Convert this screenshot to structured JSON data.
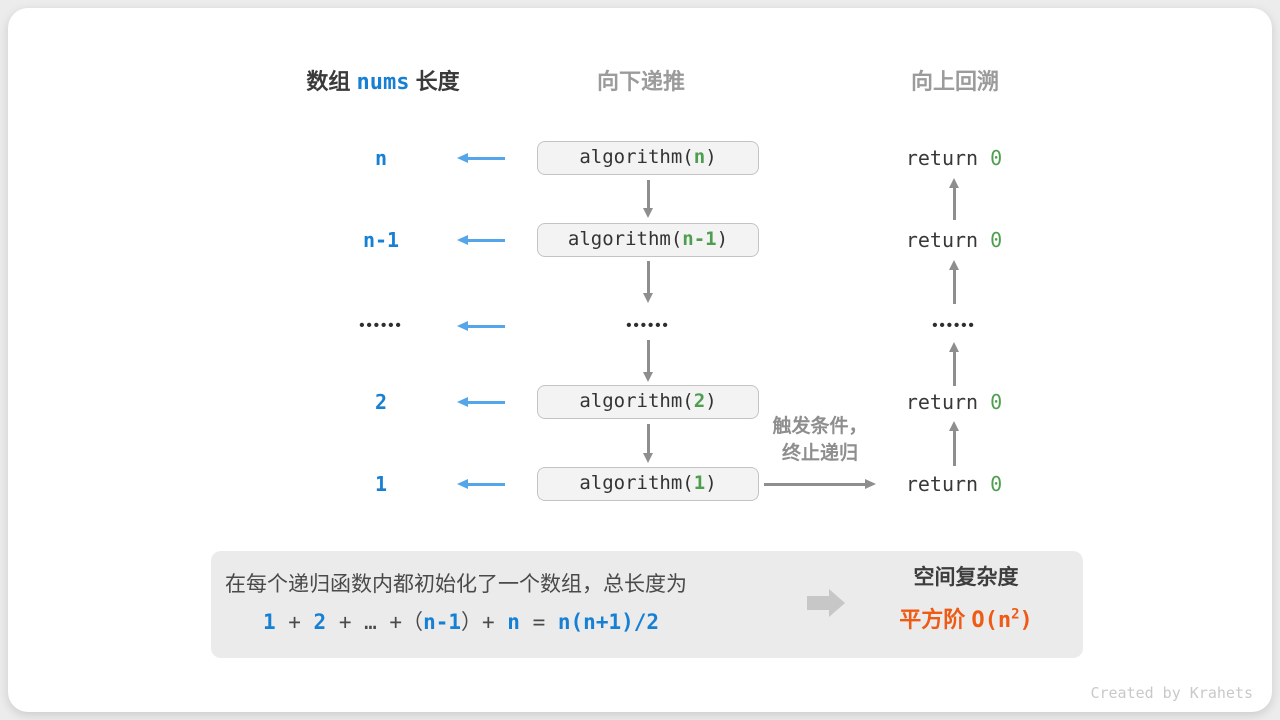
{
  "header": {
    "left_prefix": "数组 ",
    "left_code": "nums",
    "left_suffix": " 长度",
    "middle": "向下递推",
    "right": "向上回溯"
  },
  "rows": [
    {
      "label": "n",
      "code_pre": "algorithm(",
      "arg": "n",
      "code_post": ")",
      "ret_kw": "return ",
      "ret_val": "0"
    },
    {
      "label": "n-1",
      "code_pre": "algorithm(",
      "arg": "n-1",
      "code_post": ")",
      "ret_kw": "return ",
      "ret_val": "0"
    },
    {
      "dots": "••••••"
    },
    {
      "label": "2",
      "code_pre": "algorithm(",
      "arg": "2",
      "code_post": ")",
      "ret_kw": "return ",
      "ret_val": "0"
    },
    {
      "label": "1",
      "code_pre": "algorithm(",
      "arg": "1",
      "code_post": ")",
      "ret_kw": "return ",
      "ret_val": "0"
    }
  ],
  "trigger": {
    "line1": "触发条件，",
    "line2": "终止递归"
  },
  "summary": {
    "line1": "在每个递归函数内都初始化了一个数组，总长度为",
    "formula": {
      "t1": "1",
      "t2": " + ",
      "t3": "2",
      "t4": " + … +（",
      "t5": "n-1",
      "t6": "）+ ",
      "t7": "n",
      "t8": " = ",
      "t9": "n(n+1)/2"
    },
    "result_label": "空间复杂度",
    "result_cn": "平方阶 ",
    "result_code_pre": "O(n",
    "result_sup": "2",
    "result_code_post": ")"
  },
  "credit": "Created by Krahets",
  "colors": {
    "text_blue": "#1680d4",
    "arrow_blue": "#54a5ea",
    "arg_green": "#4f9e50",
    "accent_orange": "#ef5a14",
    "gray_arrow": "#8e8e8e",
    "panel_bg": "#ebebeb",
    "box_bg": "#f3f3f3"
  }
}
